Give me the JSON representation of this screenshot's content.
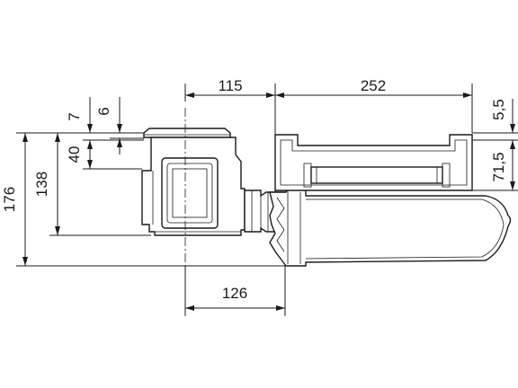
{
  "drawing": {
    "dimensions": {
      "d115": "115",
      "d252": "252",
      "d126": "126",
      "d176": "176",
      "d138": "138",
      "d40": "40",
      "d7": "7",
      "d6": "6",
      "d55": "5,5",
      "d715": "71,5"
    }
  }
}
